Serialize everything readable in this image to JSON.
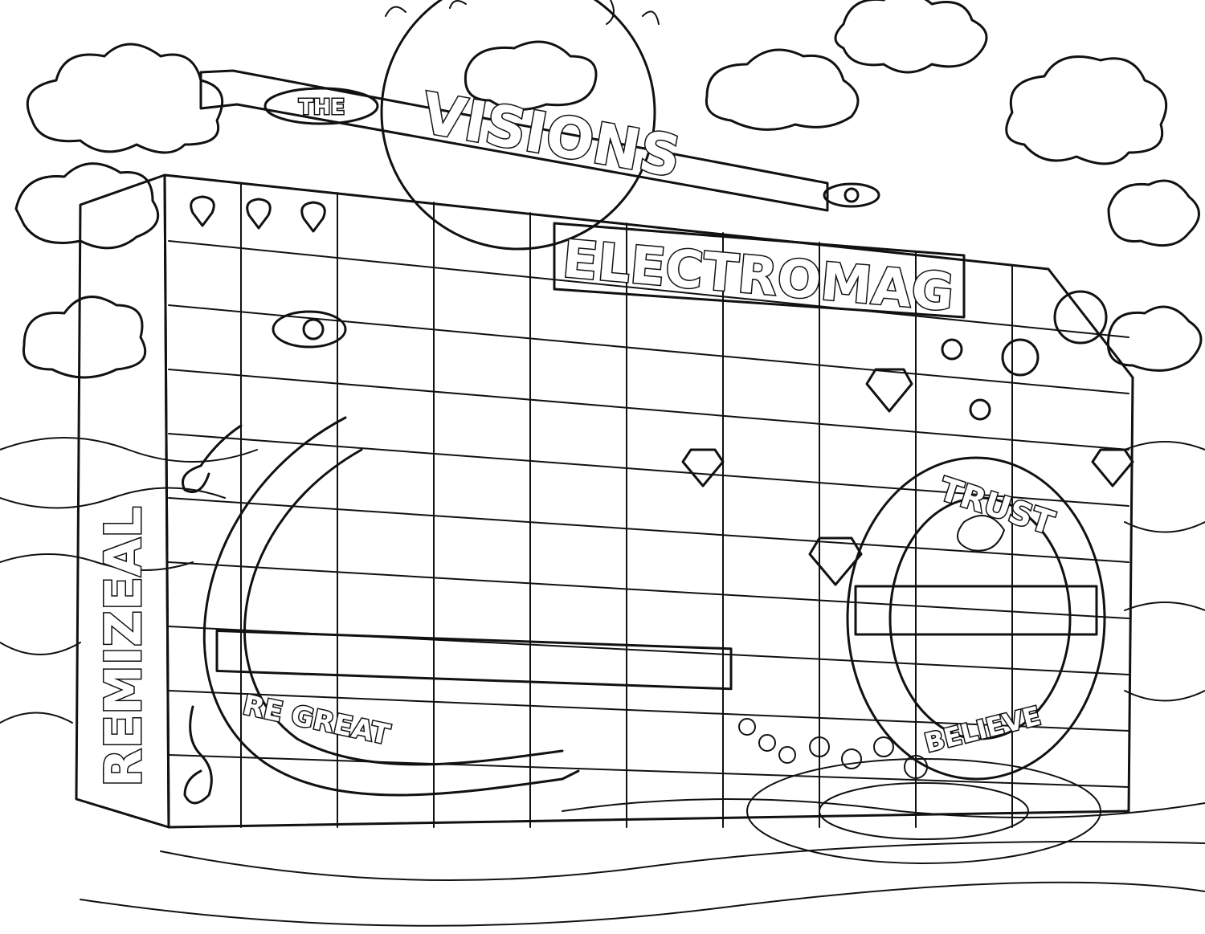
{
  "artwork": {
    "banner_text": "VISIONS",
    "sign_text": "ELECTROMAG",
    "side_text": "REMIZEAL",
    "bottom_left_text": "RE GREAT",
    "speaker_top_text": "TRUST",
    "speaker_bottom_text": "BELIEVE",
    "banner_eye_text": "THE",
    "ink_color": "#111111",
    "paper_color": "#ffffff"
  }
}
